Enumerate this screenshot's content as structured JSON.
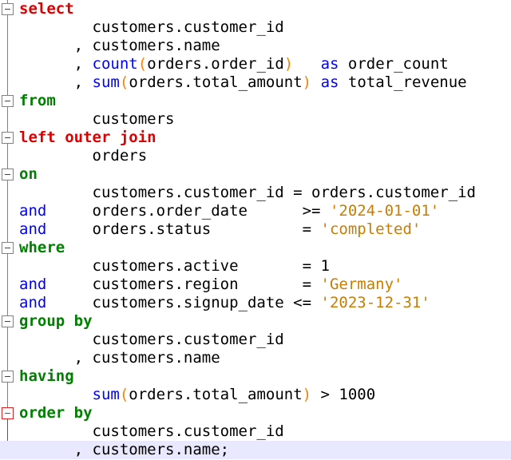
{
  "editor": {
    "lines": [
      {
        "indent": "",
        "tokens": [
          {
            "t": "select",
            "c": "kw-red"
          }
        ]
      },
      {
        "indent": "        ",
        "tokens": [
          {
            "t": "customers.customer_id",
            "c": "plain"
          }
        ]
      },
      {
        "indent": "      ",
        "tokens": [
          {
            "t": ", customers.name",
            "c": "plain"
          }
        ]
      },
      {
        "indent": "      ",
        "tokens": [
          {
            "t": ", ",
            "c": "plain"
          },
          {
            "t": "count",
            "c": "fn"
          },
          {
            "t": "(",
            "c": "paren"
          },
          {
            "t": "orders.order_id",
            "c": "plain"
          },
          {
            "t": ")",
            "c": "paren"
          },
          {
            "t": "   ",
            "c": "plain"
          },
          {
            "t": "as",
            "c": "kw-blue"
          },
          {
            "t": " order_count",
            "c": "plain"
          }
        ]
      },
      {
        "indent": "      ",
        "tokens": [
          {
            "t": ", ",
            "c": "plain"
          },
          {
            "t": "sum",
            "c": "fn"
          },
          {
            "t": "(",
            "c": "paren"
          },
          {
            "t": "orders.total_amount",
            "c": "plain"
          },
          {
            "t": ")",
            "c": "paren"
          },
          {
            "t": " ",
            "c": "plain"
          },
          {
            "t": "as",
            "c": "kw-blue"
          },
          {
            "t": " total_revenue",
            "c": "plain"
          }
        ]
      },
      {
        "indent": "",
        "tokens": [
          {
            "t": "from",
            "c": "kw-green"
          }
        ]
      },
      {
        "indent": "        ",
        "tokens": [
          {
            "t": "customers",
            "c": "plain"
          }
        ]
      },
      {
        "indent": "",
        "tokens": [
          {
            "t": "left outer join",
            "c": "kw-red"
          }
        ]
      },
      {
        "indent": "        ",
        "tokens": [
          {
            "t": "orders",
            "c": "plain"
          }
        ]
      },
      {
        "indent": "",
        "tokens": [
          {
            "t": "on",
            "c": "kw-green"
          }
        ]
      },
      {
        "indent": "        ",
        "tokens": [
          {
            "t": "customers.customer_id = orders.customer_id",
            "c": "plain"
          }
        ]
      },
      {
        "indent": "",
        "tokens": [
          {
            "t": "and",
            "c": "kw-blue"
          },
          {
            "t": "     orders.order_date      >= ",
            "c": "plain"
          },
          {
            "t": "'2024-01-01'",
            "c": "str"
          }
        ]
      },
      {
        "indent": "",
        "tokens": [
          {
            "t": "and",
            "c": "kw-blue"
          },
          {
            "t": "     orders.status          = ",
            "c": "plain"
          },
          {
            "t": "'completed'",
            "c": "str"
          }
        ]
      },
      {
        "indent": "",
        "tokens": [
          {
            "t": "where",
            "c": "kw-green"
          }
        ]
      },
      {
        "indent": "        ",
        "tokens": [
          {
            "t": "customers.active       = 1",
            "c": "plain"
          }
        ]
      },
      {
        "indent": "",
        "tokens": [
          {
            "t": "and",
            "c": "kw-blue"
          },
          {
            "t": "     customers.region       = ",
            "c": "plain"
          },
          {
            "t": "'Germany'",
            "c": "str"
          }
        ]
      },
      {
        "indent": "",
        "tokens": [
          {
            "t": "and",
            "c": "kw-blue"
          },
          {
            "t": "     customers.signup_date <= ",
            "c": "plain"
          },
          {
            "t": "'2023-12-31'",
            "c": "str"
          }
        ]
      },
      {
        "indent": "",
        "tokens": [
          {
            "t": "group by",
            "c": "kw-green"
          }
        ]
      },
      {
        "indent": "        ",
        "tokens": [
          {
            "t": "customers.customer_id",
            "c": "plain"
          }
        ]
      },
      {
        "indent": "      ",
        "tokens": [
          {
            "t": ", customers.name",
            "c": "plain"
          }
        ]
      },
      {
        "indent": "",
        "tokens": [
          {
            "t": "having",
            "c": "kw-green"
          }
        ]
      },
      {
        "indent": "        ",
        "tokens": [
          {
            "t": "sum",
            "c": "fn"
          },
          {
            "t": "(",
            "c": "paren"
          },
          {
            "t": "orders.total_amount",
            "c": "plain"
          },
          {
            "t": ")",
            "c": "paren"
          },
          {
            "t": " > 1000",
            "c": "plain"
          }
        ]
      },
      {
        "indent": "",
        "tokens": [
          {
            "t": "order by",
            "c": "kw-green"
          }
        ]
      },
      {
        "indent": "        ",
        "tokens": [
          {
            "t": "customers.customer_id",
            "c": "plain"
          }
        ]
      },
      {
        "indent": "      ",
        "tokens": [
          {
            "t": ", customers.name;",
            "c": "plain"
          }
        ]
      }
    ],
    "current_line": 25,
    "fold_markers": [
      1,
      6,
      8,
      10,
      14,
      18,
      21,
      23
    ],
    "active_fold": 23,
    "colors": {
      "keyword_red": "#dd0000",
      "keyword_green": "#008000",
      "keyword_blue": "#0000ff",
      "function": "#0000ff",
      "paren": "#ff8000",
      "string": "#c87d00",
      "current_line_bg": "#e8e8ff",
      "fold_margin": "#808080",
      "fold_active": "#e02020"
    }
  }
}
